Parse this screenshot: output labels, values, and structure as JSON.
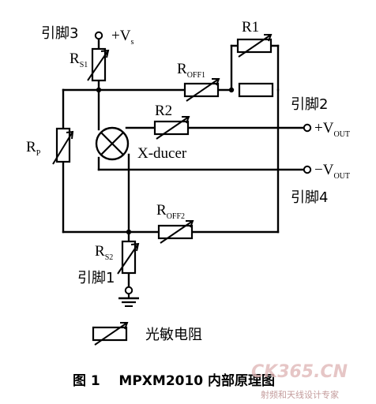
{
  "labels": {
    "pin3": "引脚3",
    "pin2": "引脚2",
    "pin4": "引脚4",
    "pin1": "引脚1",
    "vs_main": "+V",
    "vs_sub": "s",
    "rs1_main": "R",
    "rs1_sub": "S1",
    "rs2_main": "R",
    "rs2_sub": "S2",
    "rp_main": "R",
    "rp_sub": "P",
    "r1": "R1",
    "r2": "R2",
    "roff1_main": "R",
    "roff1_sub": "OFF1",
    "roff2_main": "R",
    "roff2_sub": "OFF2",
    "xducer": "X-ducer",
    "vout_pos_main": "+V",
    "vout_pos_sub": "OUT",
    "vout_neg_main": "−V",
    "vout_neg_sub": "OUT"
  },
  "legend": {
    "label": "光敏电阻"
  },
  "caption": {
    "text": "图 1    MPXM2010 内部原理图"
  },
  "watermark": {
    "brand": "CK365.CN",
    "tagline": "射频和天线设计专家"
  }
}
